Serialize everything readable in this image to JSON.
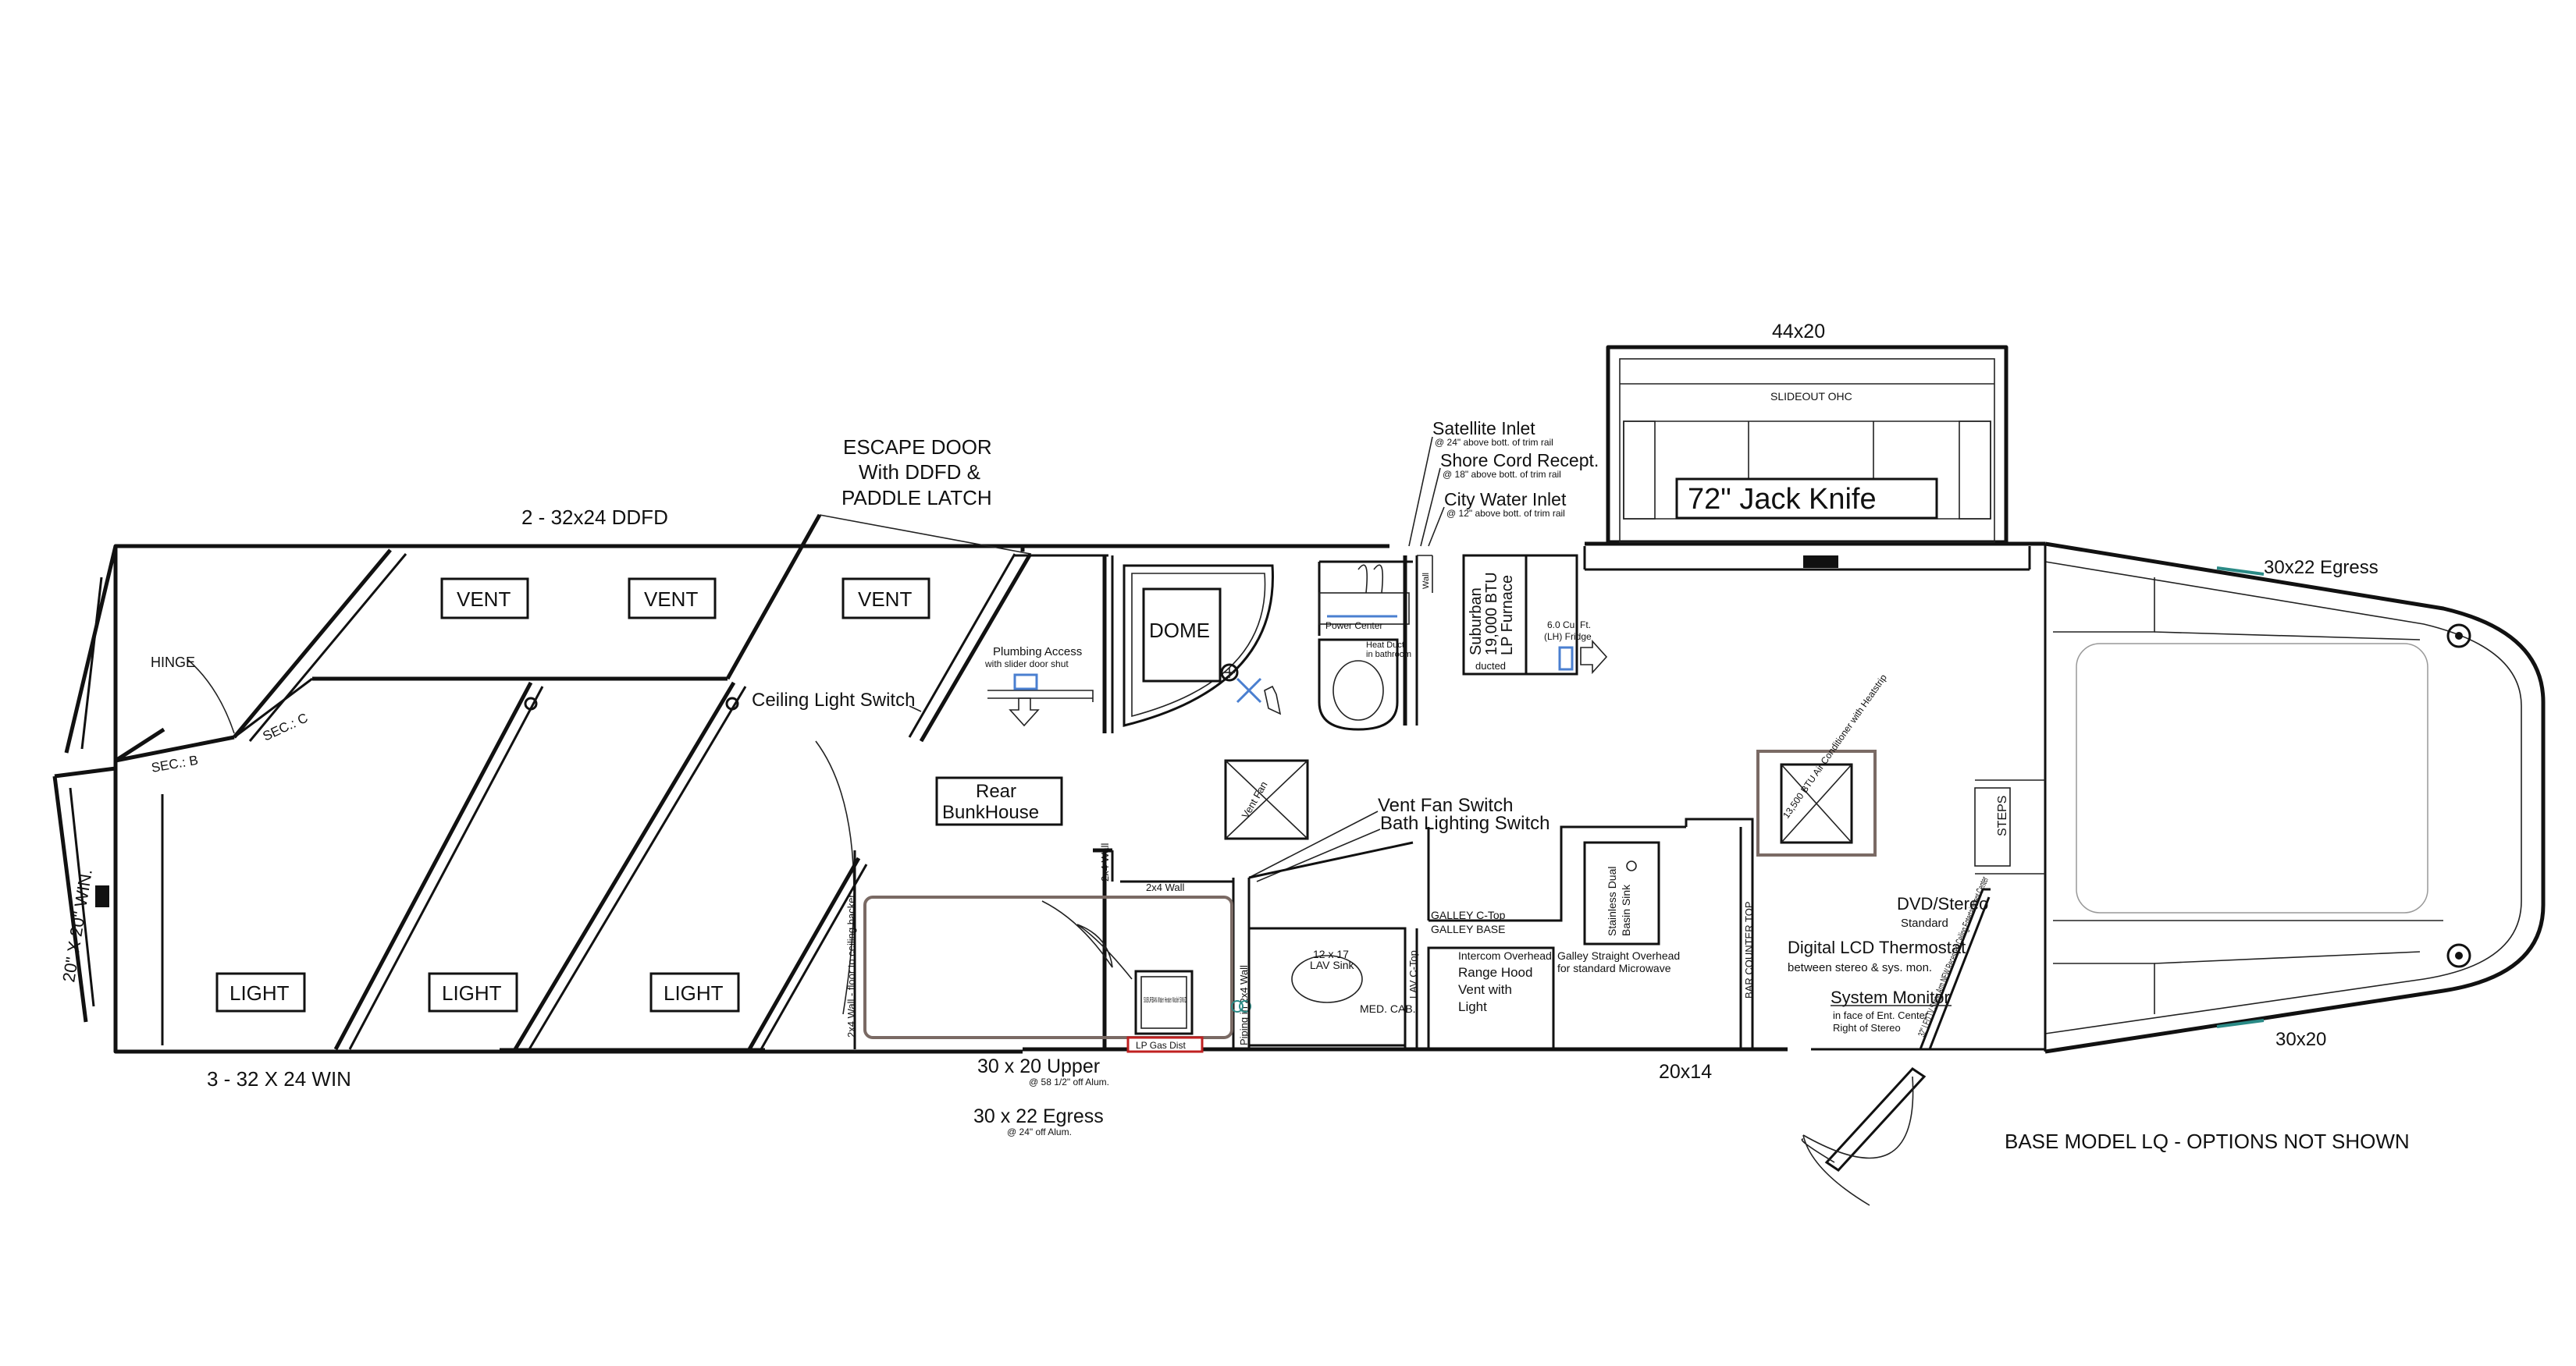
{
  "labels": {
    "dim_44x20": "44x20",
    "slideout_ohc": "SLIDEOUT OHC",
    "jack_knife": "72\" Jack Knife",
    "satellite_inlet": "Satellite Inlet",
    "satellite_note": "@ 24\" above bott. of trim rail",
    "shore_cord": "Shore Cord Recept.",
    "shore_note": "@ 18\" above bott. of trim rail",
    "city_water": "City Water Inlet",
    "city_note": "@ 12\" above bott. of trim rail",
    "escape_door_1": "ESCAPE DOOR",
    "escape_door_2": "With DDFD &",
    "escape_door_3": "PADDLE LATCH",
    "ddfd": "2 - 32x24 DDFD",
    "vent": "VENT",
    "dome": "DOME",
    "plumbing_access": "Plumbing Access",
    "plumbing_note": "with slider door shut",
    "power_center": "Power Center",
    "furnace_1": "Suburban",
    "furnace_2": "19,000 BTU",
    "furnace_3": "LP Furnace",
    "furnace_4": "ducted",
    "fridge_1": "6.0 Cu. Ft.",
    "fridge_2": "(LH) Fridge",
    "egress_30x22": "30x22 Egress",
    "hinge": "HINGE",
    "sec_c": "SEC.: C",
    "sec_b": "SEC.: B",
    "ceiling_light_switch": "Ceiling Light Switch",
    "rear_bunk_1": "Rear",
    "rear_bunk_2": "BunkHouse",
    "vent_fan_switch": "Vent Fan Switch",
    "bath_light_switch": "Bath Lighting Switch",
    "vent_fan": "Vent Fan",
    "ac_unit": "13,500 BTU Air Conditioner with Heatstrip",
    "win_20x20": "20\" X 20\" WIN.",
    "light": "LIGHT",
    "win_3_32x24": "3 - 32 X 24 WIN",
    "upper_30x20": "30 x 20 Upper",
    "upper_note": "@ 58 1/2\" off Alum.",
    "egress_30x22b": "30 x 22 Egress",
    "egress_note": "@ 24\" off Alum.",
    "wall_2x4": "2x4 Wall",
    "wall_floor_ceiling": "2x4 Wall - floor to ceiling backer",
    "piping_wall": "Piping in 2x4 Wall",
    "water_heater": "SUBURBAN Water Heater Model SW6D",
    "lp_gas": "LP Gas Dist",
    "lav_sink_1": "12 x 17",
    "lav_sink_2": "LAV Sink",
    "med_cab": "MED. CAB.",
    "lav_ctop": "LAV C-Top",
    "galley_ctop": "GALLEY C-Top",
    "galley_base": "GALLEY BASE",
    "range_hood_over": "Intercom Overhead",
    "range_hood_1": "Range Hood",
    "range_hood_2": "Vent with",
    "range_hood_3": "Light",
    "galley_ovh_1": "Galley Straight Overhead",
    "galley_ovh_2": "for standard Microwave",
    "sink_1": "Stainless Dual",
    "sink_2": "Basin Sink",
    "bar_counter": "BAR COUNTER TOP",
    "dim_20x14": "20x14",
    "dvd_1": "DVD/Stereo",
    "dvd_2": "Standard",
    "thermo_1": "Digital LCD Thermostat",
    "thermo_2": "between stereo & sys. mon.",
    "sysmon_1": "System Monitor",
    "sysmon_2": "in face of Ent. Center",
    "sysmon_3": "Right of Stereo",
    "tv_note": "32\" LED TV Swing Arm NEW Recessed Ceiling Entertainment Center",
    "steps": "STEPS",
    "dim_30x20": "30x20",
    "base_model": "BASE MODEL LQ - OPTIONS NOT SHOWN"
  },
  "colors": {
    "line": "#111111",
    "accent_blue": "#4a7fd0",
    "ac_frame": "#7a6a64",
    "bunk_frame": "#7a6a64",
    "gas_red": "#c02020",
    "window_teal": "#2a8a86"
  }
}
